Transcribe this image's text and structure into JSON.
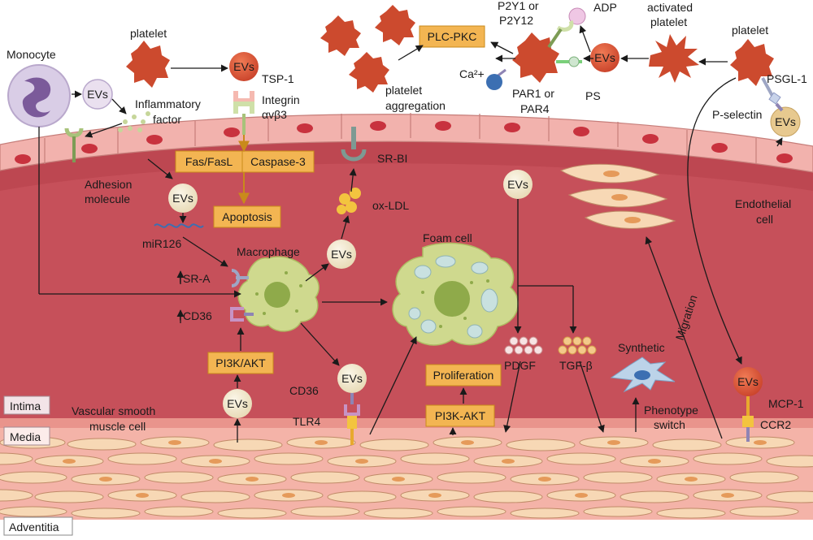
{
  "labels": {
    "monocyte": "Monocyte",
    "platelet_top": "platelet",
    "platelet_right": "platelet",
    "activated_platelet": "activated platelet",
    "evs": "EVs",
    "inflammatory_factor": "Inflammatory factor",
    "adhesion_molecule": "Adhesion molecule",
    "tsp1": "TSP-1",
    "integrin": "Integrin αvβ3",
    "fas": "Fas/FasL",
    "caspase3": "Caspase-3",
    "apoptosis": "Apoptosis",
    "mir126": "miR126",
    "macrophage": "Macrophage",
    "sra": "SR-A",
    "cd36": "CD36",
    "pi3k_akt": "PI3K/AKT",
    "pi3k_akt2": "PI3K-AKT",
    "proliferation": "Proliferation",
    "srbi": "SR-BI",
    "oxldl": "ox-LDL",
    "plc_pkc": "PLC-PKC",
    "platelet_aggregation": "platelet aggregation",
    "p2y": "P2Y1 or P2Y12",
    "adp": "ADP",
    "ca": "Ca²+",
    "par": "PAR1 or PAR4",
    "ps": "PS",
    "psgl1": "PSGL-1",
    "pselectin": "P-selectin",
    "endothelial_cell": "Endothelial cell",
    "foam_cell": "Foam cell",
    "pdgf": "PDGF",
    "tgfb": "TGF-β",
    "synthetic": "Synthetic",
    "phenotype_switch": "Phenotype switch",
    "migration": "Migration",
    "mcp1": "MCP-1",
    "ccr2": "CCR2",
    "tlr4": "TLR4",
    "cd36_b": "CD36",
    "vsmc": "Vascular smooth muscle cell",
    "intima": "Intima",
    "media": "Media",
    "adventitia": "Adventitia"
  },
  "colors": {
    "intima": "#c6505a",
    "media": "#f4a6a1",
    "endothelium": "#f0a8a4",
    "platelet": "#cc4a2e",
    "box_fill": "#f3b552",
    "evs_fill": "#f4ecd5",
    "macrophage": "#cfd98e"
  }
}
